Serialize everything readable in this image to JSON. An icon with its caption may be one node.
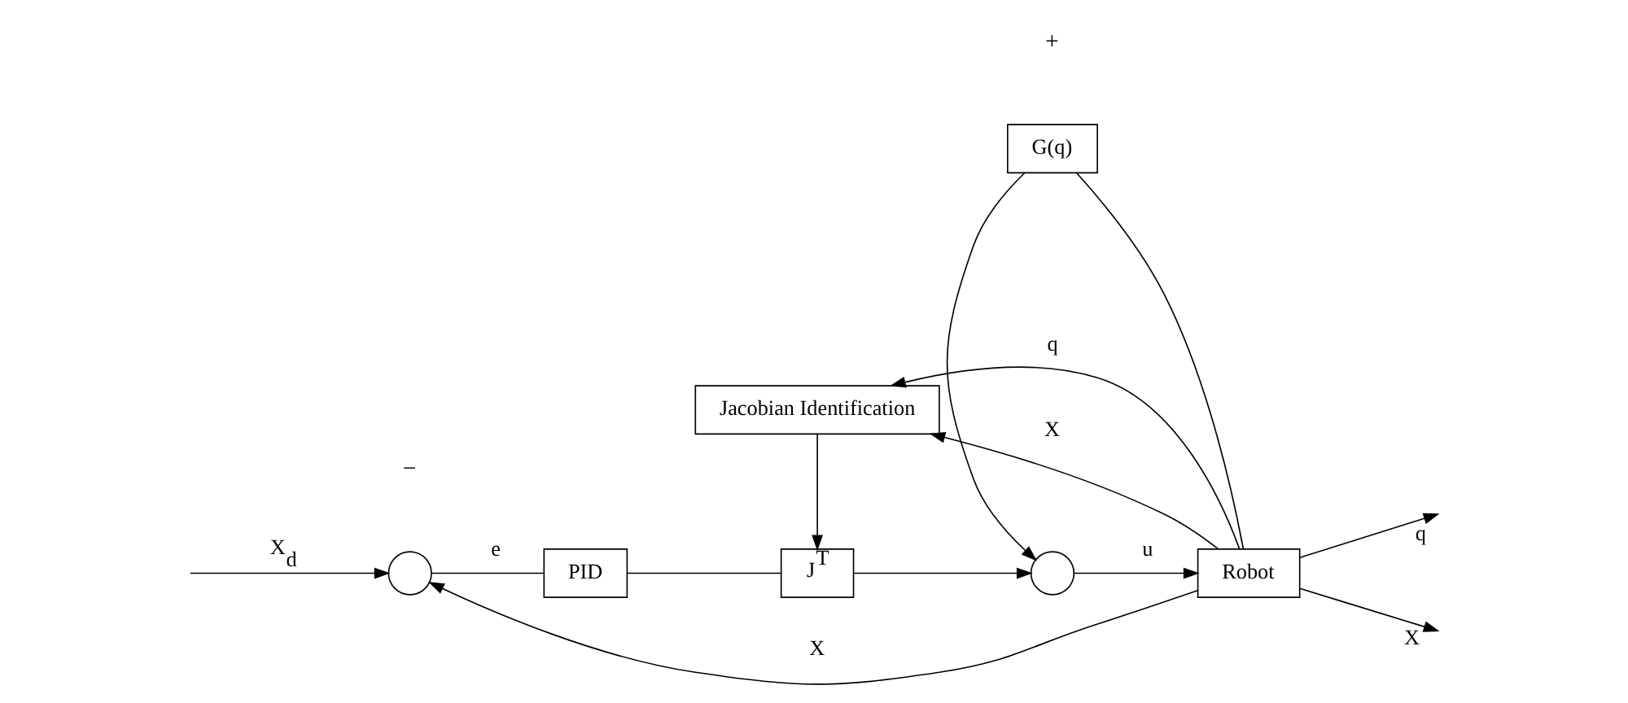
{
  "diagram": {
    "nodes": [
      {
        "text": [],
        "shape": "circle"
      },
      {
        "text": [
          "PID"
        ]
      },
      {
        "text": [
          "J$^{T}$"
        ]
      },
      {
        "text": [],
        "shape": "circle"
      },
      {
        "text": [
          "Robot"
        ]
      },
      {
        "text": [
          "G(q)"
        ]
      },
      {
        "text": [
          "Jacobian Identification"
        ]
      }
    ],
    "edges": [
      {
        "from": null,
        "to": 0,
        "arrow": "to",
        "label": "X$_{d}$"
      },
      {
        "from": 0,
        "to": 1,
        "arrow": "none",
        "label": "e"
      },
      {
        "from": 1,
        "to": 2,
        "arrow": "none"
      },
      {
        "from": 2,
        "to": 3,
        "arrow": "to"
      },
      {
        "from": 3,
        "to": 4,
        "arrow": "to",
        "label": "u"
      },
      {
        "from": 4,
        "to": null,
        "arrow": "to",
        "label": "q"
      },
      {
        "from": 4,
        "to": null,
        "arrow": "to",
        "label": "X"
      },
      {
        "from": 4,
        "to": 5,
        "arrow": "none"
      },
      {
        "from": 5,
        "to": 3,
        "arrow": "to"
      },
      {
        "from": 4,
        "to": 6,
        "arrow": "to",
        "label": "q"
      },
      {
        "from": 4,
        "to": 6,
        "arrow": "to",
        "label": "X"
      },
      {
        "from": 4,
        "to": 0,
        "arrow": "to",
        "label": "X"
      },
      {
        "from": 6,
        "to": 2,
        "arrow": "to"
      }
    ],
    "labels": [
      "−",
      "+"
    ]
  }
}
